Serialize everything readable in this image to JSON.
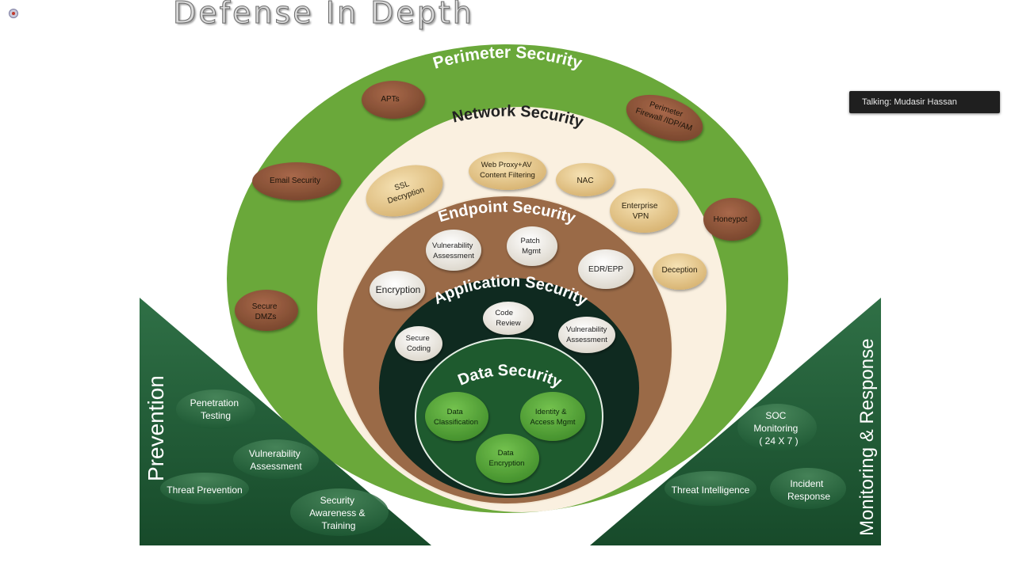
{
  "title": "Defense In Depth",
  "talking": "Talking: Mudasir Hassan",
  "rings": {
    "perimeter": {
      "label": "Perimeter Security",
      "items": [
        "APTs",
        "Perimeter Firewall /IDP/AM",
        "Email Security",
        "Honeypot",
        "Secure DMZs"
      ]
    },
    "network": {
      "label": "Network Security",
      "items": [
        "SSL Decryption",
        "Web Proxy+AV Content Filtering",
        "NAC",
        "Enterprise VPN",
        "Deception"
      ]
    },
    "endpoint": {
      "label": "Endpoint Security",
      "items": [
        "Vulnerability Assessment",
        "Patch Mgmt",
        "EDR/EPP",
        "Encryption"
      ]
    },
    "application": {
      "label": "Application Security",
      "items": [
        "Code Review",
        "Secure Coding",
        "Vulnerability Assessment"
      ]
    },
    "data": {
      "label": "Data Security",
      "items": [
        "Data Classification",
        "Identity & Access Mgmt",
        "Data Encryption"
      ]
    }
  },
  "prevention": {
    "label": "Prevention",
    "items": [
      "Penetration Testing",
      "Vulnerability Assessment",
      "Threat Prevention",
      "Security Awareness & Training"
    ]
  },
  "monitoring": {
    "label": "Monitoring & Response",
    "items": [
      "SOC Monitoring ( 24 X 7 )",
      "Threat Intelligence",
      "Incident Response"
    ]
  },
  "colors": {
    "perimeter": "#6aa83a",
    "network": "#faf0e0",
    "endpoint": "#9a6a47",
    "application": "#0f2a20",
    "data": "#1e5a2e",
    "triangle": "#1f5a35",
    "outer_pill": "#8a5236",
    "tan_pill": "#e3c488",
    "light_pill": "#f1ede4",
    "green_pill": "#55a637"
  }
}
